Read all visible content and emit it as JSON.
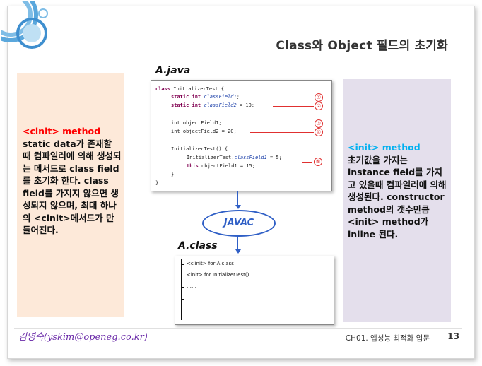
{
  "slide": {
    "title": "Class와 Object 필드의 초기화",
    "left_panel": {
      "heading": "<cinit> method",
      "body": "static data가 존재할 때 컴파일러에 의해 생성되는 메서드로 class field를 초기화 한다. class field를 가지지 않으면 생성되지 않으며, 최대 하나의 <cinit>메서드가 만들어진다."
    },
    "right_panel": {
      "heading": "<init> method",
      "body": "초기값을 가지는 instance field를 가지고 있을때 컴파일러에 의해 생성된다. constructor method의 갯수만큼 <init> method가 inline 된다."
    },
    "java_label": "A.java",
    "code": {
      "line1_kw": "class",
      "line1_rest": " InitializerTest {",
      "line2_kw": "static int",
      "line2_field": "classField1",
      "line2_end": ";",
      "line3_kw": "static int",
      "line3_field": "classField2",
      "line3_end": " = 10;",
      "line4": "int objectField1;",
      "line5": "int objectField2 = 20;",
      "line6": "InitializerTest() {",
      "line7_a": "InitializerTest.",
      "line7_field": "classField1",
      "line7_b": " = 5;",
      "line8_kw": "this",
      "line8_rest": ".objectField1 = 15;",
      "line9": "}",
      "line10": "}"
    },
    "markers": [
      "①",
      "②",
      "③",
      "④",
      "⑤"
    ],
    "javac_label": "JAVAC",
    "class_label": "A.class",
    "class_items": [
      "<clinit> for A.class",
      "<init> for InitializerTest()",
      "……"
    ],
    "footer_author": "김영숙(yskim@openeg.co.kr)",
    "footer_course": "CH01. 앱성능 최적화 입문",
    "page_number": "13",
    "colors": {
      "accent_blue": "#2f5fc6",
      "left_bg": "#fde9d9",
      "right_bg": "#e4dfec",
      "cinit_red": "#ff0000",
      "init_cyan": "#00b0f0"
    }
  }
}
